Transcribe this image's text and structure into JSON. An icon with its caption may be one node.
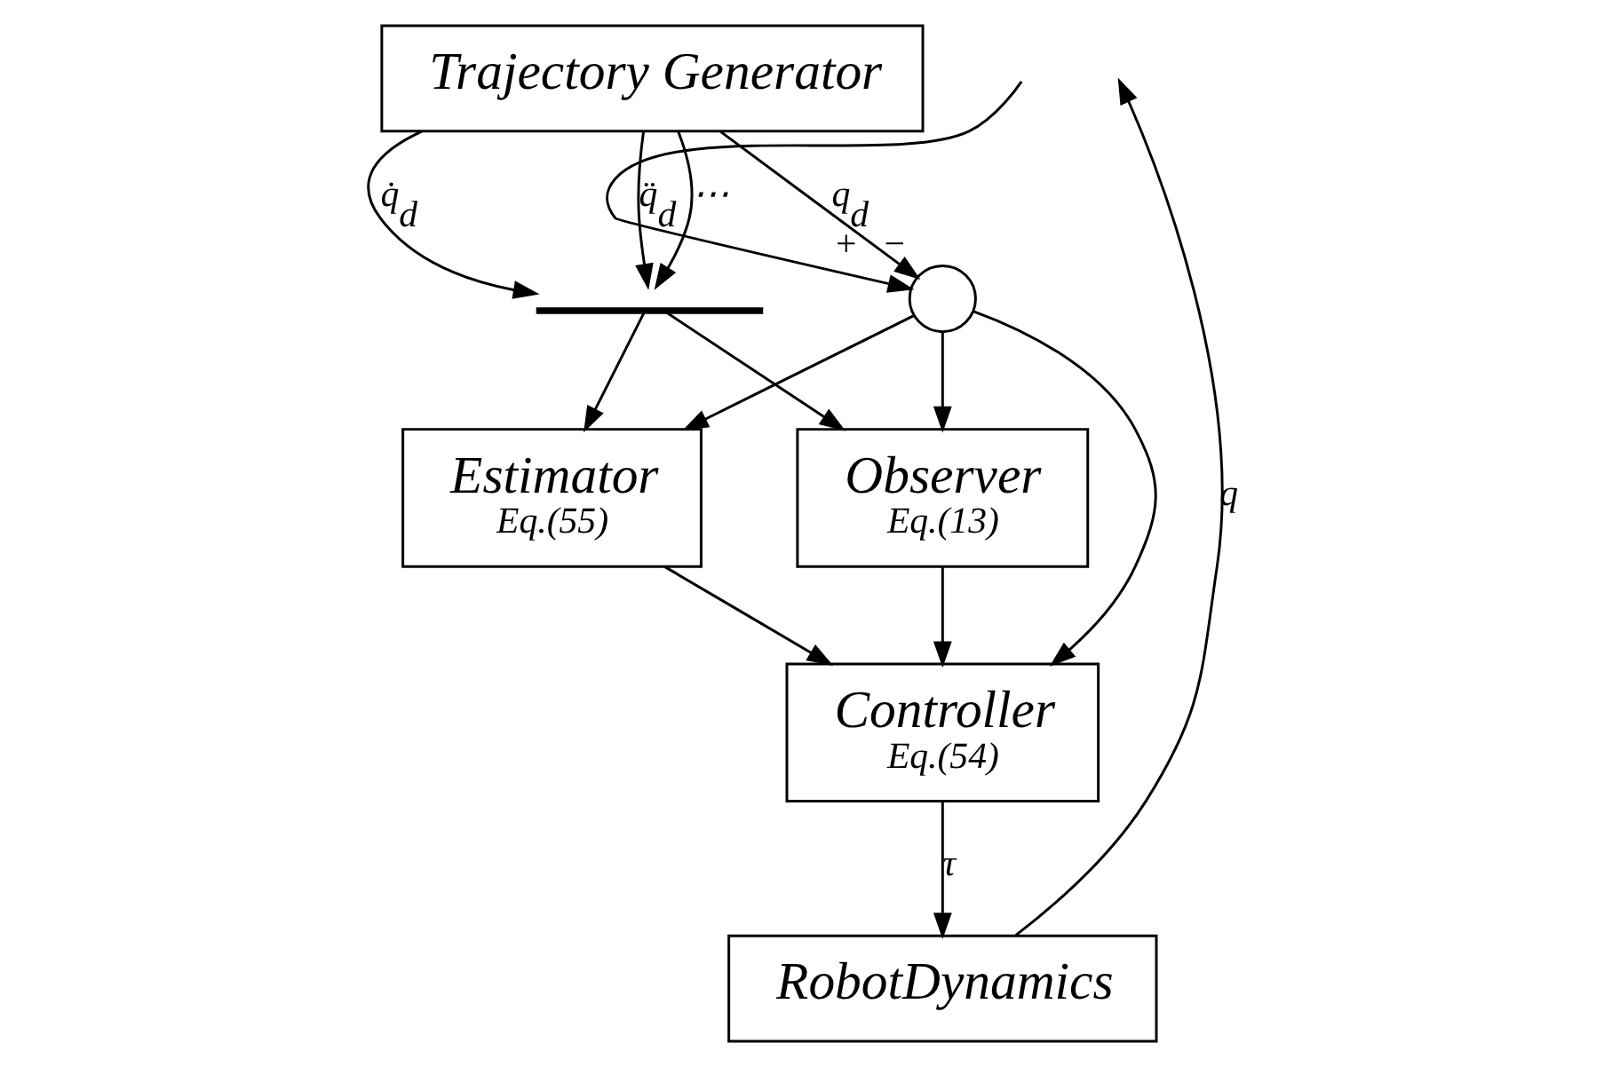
{
  "diagram": {
    "nodes": [
      {
        "text": [
          "Trajectory Generator"
        ]
      },
      {
        "text": [],
        "shape": "brace"
      },
      {
        "text": [],
        "shape": "circle",
        "beside": [
          "+",
          "−"
        ]
      },
      {
        "text": [
          "Observer",
          "Eq.(13)"
        ]
      },
      {
        "text": [
          "Estimator",
          "Eq.(55)"
        ]
      },
      {
        "text": [
          "Controller",
          "Eq.(54)"
        ]
      },
      {
        "text": [
          "RobotDynamics"
        ]
      }
    ],
    "edges": [
      {
        "from": 0,
        "to": 2,
        "arrow": "to",
        "label": "q$_{d}$"
      },
      {
        "from": 0,
        "to": 1,
        "arrow": "to",
        "label": "q̇$_{d}$"
      },
      {
        "from": 0,
        "to": 1,
        "arrow": "to",
        "label": "q̈$_{d}$"
      },
      {
        "from": 0,
        "to": 1,
        "arrow": "to",
        "label": "⋯"
      },
      {
        "from": 1,
        "to": 3,
        "arrow": "to"
      },
      {
        "from": 1,
        "to": 4,
        "arrow": "to"
      },
      {
        "from": null,
        "to": 2,
        "arrow": "to"
      },
      {
        "from": 2,
        "to": 3,
        "arrow": "to"
      },
      {
        "from": 2,
        "to": 4,
        "arrow": "to"
      },
      {
        "from": 2,
        "to": 5,
        "arrow": "to"
      },
      {
        "from": 3,
        "to": 5,
        "arrow": "to"
      },
      {
        "from": 4,
        "to": 5,
        "arrow": "to"
      },
      {
        "from": 5,
        "to": 6,
        "arrow": "to",
        "label": "τ"
      },
      {
        "from": 6,
        "to": null,
        "arrow": "to",
        "label": "q"
      }
    ]
  }
}
